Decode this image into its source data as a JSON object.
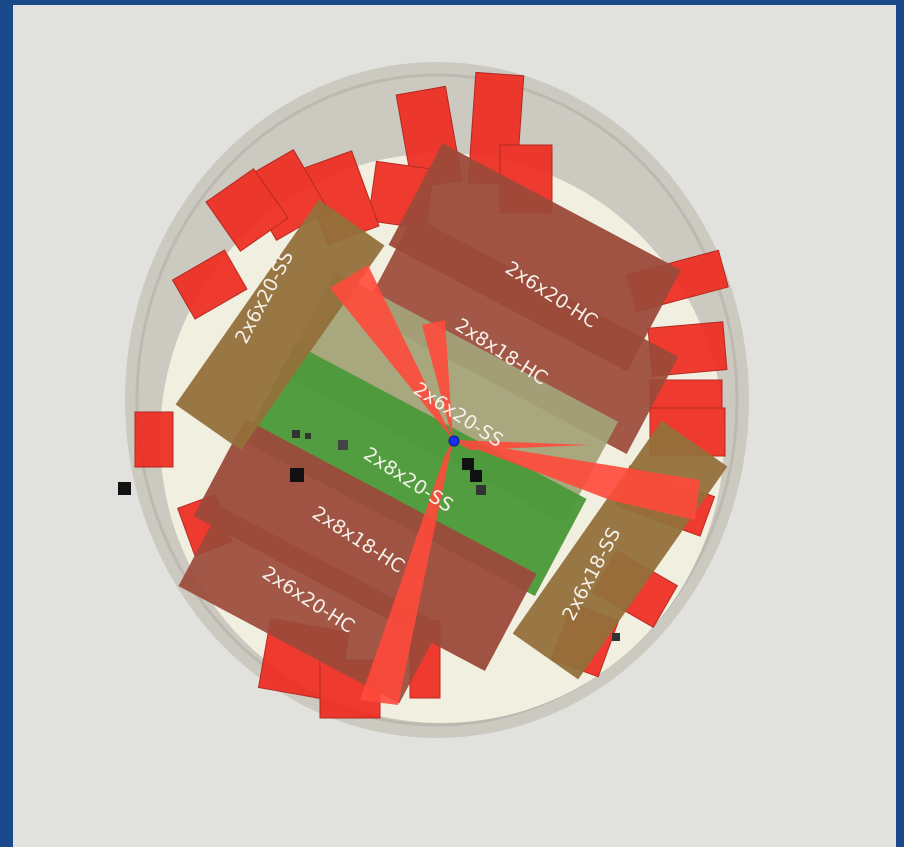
{
  "viewport": {
    "panels": [
      {
        "id": "tl_ss",
        "label": "2x6x20-SS"
      },
      {
        "id": "tr_hc",
        "label": "2x6x20-HC"
      },
      {
        "id": "tr_hc2",
        "label": "2x8x18-HC"
      },
      {
        "id": "mid_ss",
        "label": "2x6x20-SS"
      },
      {
        "id": "mid_green",
        "label": "2x8x20-SS"
      },
      {
        "id": "bl_hc2",
        "label": "2x8x18-HC"
      },
      {
        "id": "bl_hc",
        "label": "2x6x20-HC"
      },
      {
        "id": "br_ss",
        "label": "2x6x18-SS"
      }
    ],
    "colors": {
      "background": "#e1e2dd",
      "window_border": "#1a4a8c",
      "ring_gray": "#b8b5ad",
      "floor": "#f1efdf",
      "cup_red": "#ef2a1f",
      "panel_brown": "#9b4a3a",
      "panel_tan": "#93703b",
      "panel_olive": "#a3a278",
      "panel_green": "#4c9a3a",
      "wedge_red": "#ff4a3b",
      "pivot_blue": "#1a2ff0"
    }
  }
}
